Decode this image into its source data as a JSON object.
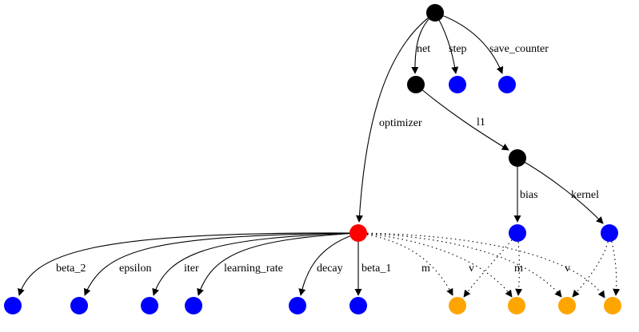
{
  "graph": {
    "colors": {
      "internal": "#000000",
      "optimizer": "#ff0000",
      "variable": "#0000ff",
      "slot": "#ffa500"
    },
    "node_kinds": {
      "root": "internal",
      "net": "internal",
      "step": "variable",
      "save_counter": "variable",
      "l1": "internal",
      "optimizer": "optimizer",
      "bias": "variable",
      "kernel": "variable",
      "beta_2": "variable",
      "epsilon": "variable",
      "iter": "variable",
      "learning_rate": "variable",
      "decay": "variable",
      "beta_1": "variable",
      "slot_bias_m": "slot",
      "slot_bias_v": "slot",
      "slot_kernel_m": "slot",
      "slot_kernel_v": "slot"
    },
    "edges": [
      {
        "from": "root",
        "to": "net",
        "label": "net",
        "style": "solid"
      },
      {
        "from": "root",
        "to": "step",
        "label": "step",
        "style": "solid"
      },
      {
        "from": "root",
        "to": "save_counter",
        "label": "save_counter",
        "style": "solid"
      },
      {
        "from": "root",
        "to": "optimizer",
        "label": "optimizer",
        "style": "solid"
      },
      {
        "from": "net",
        "to": "l1",
        "label": "l1",
        "style": "solid"
      },
      {
        "from": "l1",
        "to": "bias",
        "label": "bias",
        "style": "solid"
      },
      {
        "from": "l1",
        "to": "kernel",
        "label": "kernel",
        "style": "solid"
      },
      {
        "from": "optimizer",
        "to": "beta_2",
        "label": "beta_2",
        "style": "solid"
      },
      {
        "from": "optimizer",
        "to": "epsilon",
        "label": "epsilon",
        "style": "solid"
      },
      {
        "from": "optimizer",
        "to": "iter",
        "label": "iter",
        "style": "solid"
      },
      {
        "from": "optimizer",
        "to": "learning_rate",
        "label": "learning_rate",
        "style": "solid"
      },
      {
        "from": "optimizer",
        "to": "decay",
        "label": "decay",
        "style": "solid"
      },
      {
        "from": "optimizer",
        "to": "beta_1",
        "label": "beta_1",
        "style": "solid"
      },
      {
        "from": "optimizer",
        "to": "slot_bias_m",
        "label": "m",
        "style": "dotted"
      },
      {
        "from": "optimizer",
        "to": "slot_bias_v",
        "label": "v",
        "style": "dotted"
      },
      {
        "from": "optimizer",
        "to": "slot_kernel_m",
        "label": "m",
        "style": "dotted"
      },
      {
        "from": "optimizer",
        "to": "slot_kernel_v",
        "label": "v",
        "style": "dotted"
      },
      {
        "from": "bias",
        "to": "slot_bias_m",
        "label": "",
        "style": "dotted"
      },
      {
        "from": "bias",
        "to": "slot_bias_v",
        "label": "",
        "style": "dotted"
      },
      {
        "from": "kernel",
        "to": "slot_kernel_m",
        "label": "",
        "style": "dotted"
      },
      {
        "from": "kernel",
        "to": "slot_kernel_v",
        "label": "",
        "style": "dotted"
      }
    ]
  }
}
